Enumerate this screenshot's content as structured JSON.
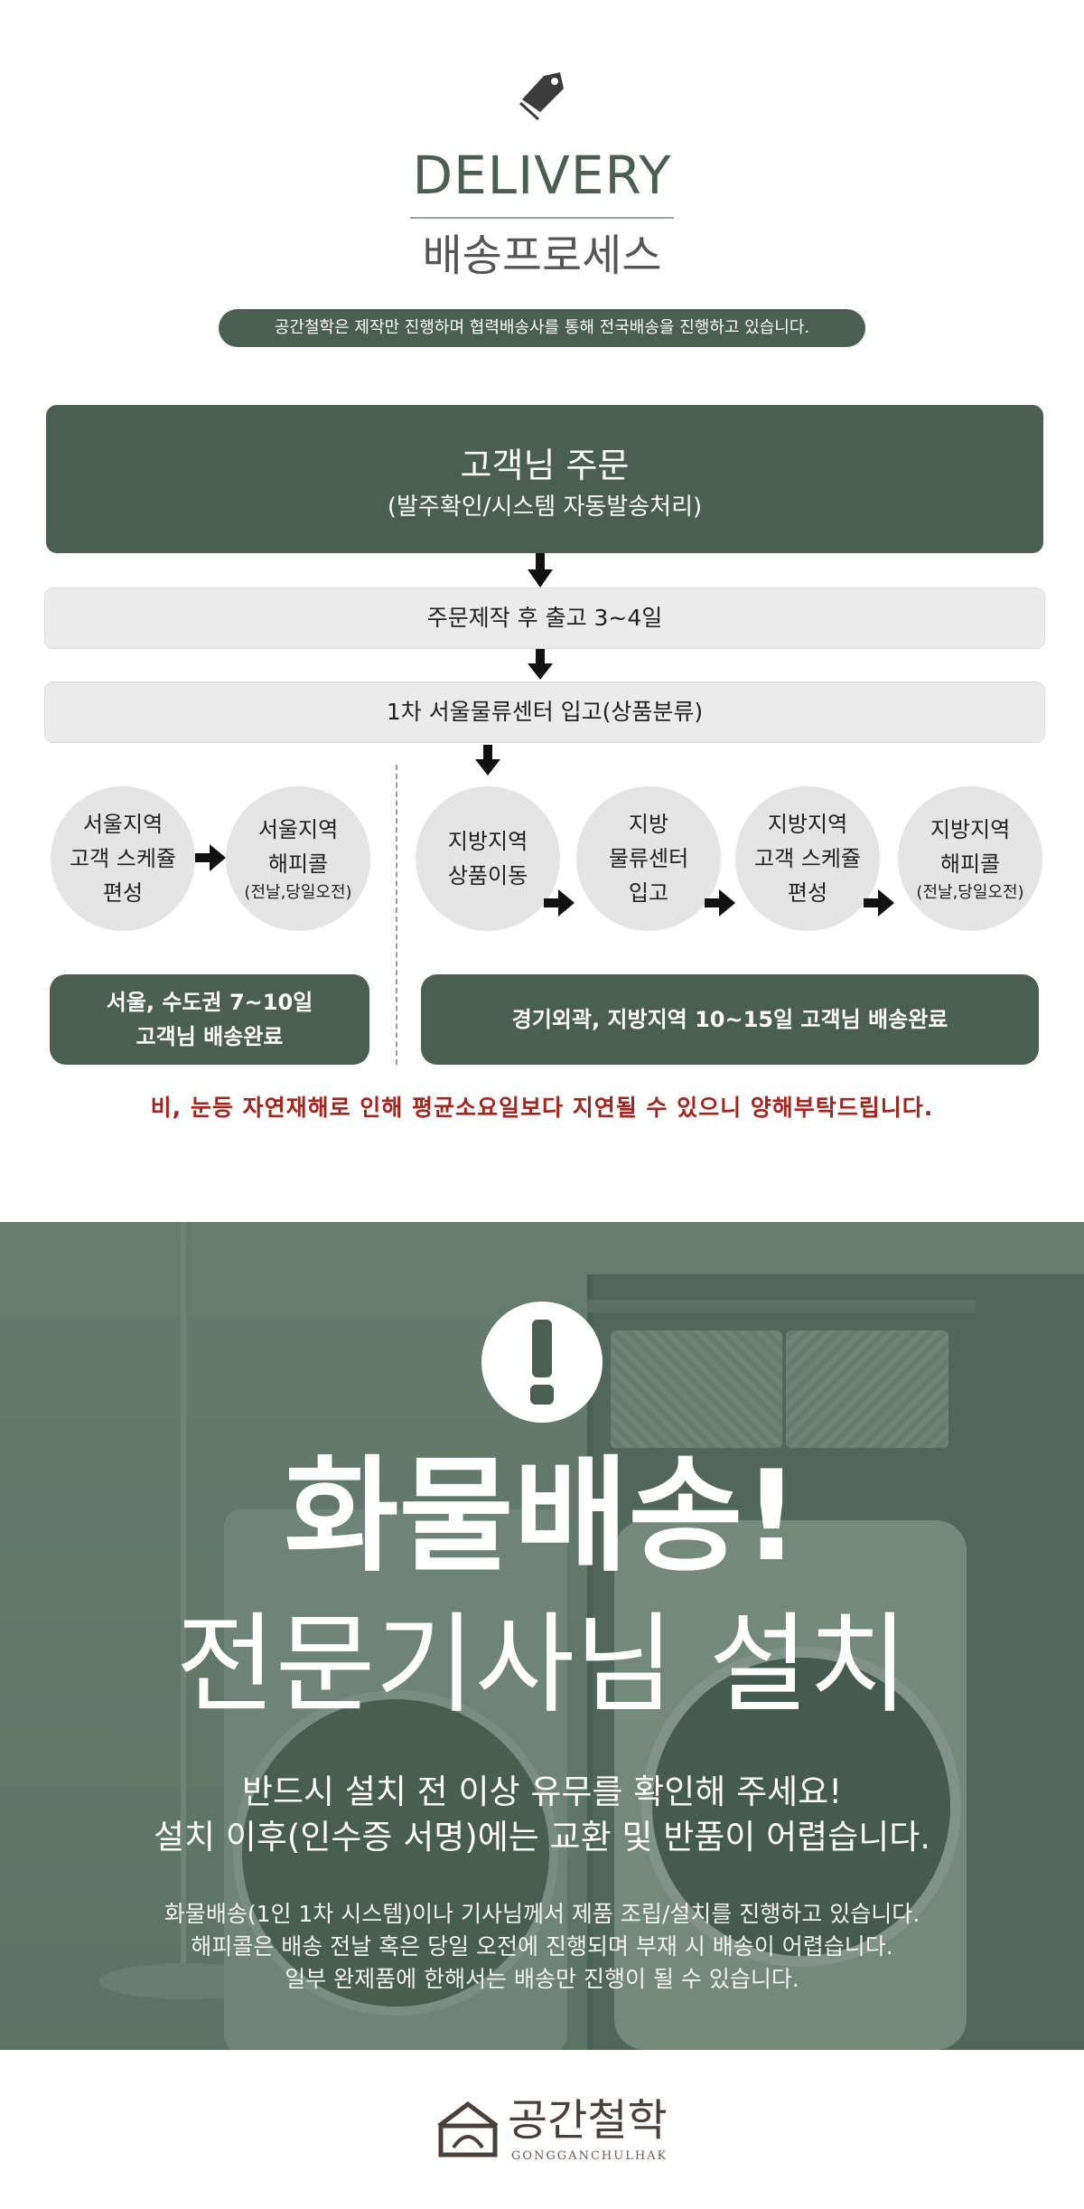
{
  "header": {
    "title_en": "DELIVERY",
    "title_ko": "배송프로세스",
    "notice": "공간철학은 제작만 진행하며 협력배송사를 통해 전국배송을 진행하고 있습니다."
  },
  "process": {
    "order_title": "고객님 주문",
    "order_sub": "(발주확인/시스템 자동발송처리)",
    "step_production": "주문제작 후 출고 3~4일",
    "step_center": "1차 서울물류센터 입고(상품분류)",
    "seoul_circle1": [
      "서울지역",
      "고객 스케쥴",
      "편성"
    ],
    "seoul_circle2": [
      "서울지역",
      "해피콜"
    ],
    "seoul_circle2_note": "(전날,당일오전)",
    "local_circle1": [
      "지방지역",
      "상품이동"
    ],
    "local_circle2": [
      "지방",
      "물류센터",
      "입고"
    ],
    "local_circle3": [
      "지방지역",
      "고객 스케쥴",
      "편성"
    ],
    "local_circle4": [
      "지방지역",
      "해피콜"
    ],
    "local_circle4_note": "(전날,당일오전)",
    "seoul_result": [
      "서울, 수도권 7~10일",
      "고객님 배송완료"
    ],
    "local_result": "경기외곽, 지방지역 10~15일  고객님 배송완료",
    "warning": "비, 눈등 자연재해로 인해 평균소요일보다 지연될 수 있으니 양해부탁드립니다.",
    "colors": {
      "accent": "#4a5e52",
      "box_gray": "#ebebeb",
      "circle_gray": "#e4e4e4",
      "warning": "#a3251d"
    }
  },
  "banner": {
    "icon": "exclamation-icon",
    "title": "화물배송!",
    "subtitle": "전문기사님 설치",
    "line1": "반드시 설치 전 이상 유무를 확인해 주세요!",
    "line2": "설치 이후(인수증 서명)에는 교환 및 반품이 어렵습니다.",
    "small1": "화물배송(1인 1차 시스템)이나 기사님께서 제품 조립/설치를 진행하고 있습니다.",
    "small2": "해피콜은 배송 전날 혹은 당일 오전에 진행되며 부재 시 배송이 어렵습니다.",
    "small3": "일부 완제품에 한해서는 배송만 진행이 될 수 있습니다."
  },
  "footer": {
    "logo_ko": "공간철학",
    "logo_en": "GONGGANCHULHAK"
  }
}
